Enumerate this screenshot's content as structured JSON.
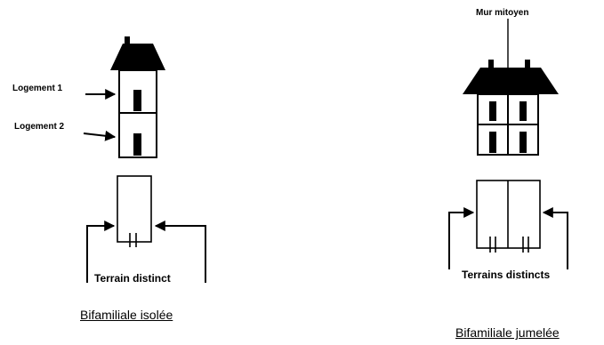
{
  "left_panel": {
    "unit1_label": "Logement 1",
    "unit2_label": "Logement 2",
    "lot_label": "Terrain distinct",
    "caption": "Bifamiliale isolée"
  },
  "right_panel": {
    "shared_wall_label": "Mur mitoyen",
    "lot_label": "Terrains distincts",
    "caption": "Bifamiliale jumelée"
  },
  "colors": {
    "ink": "#000000",
    "background": "#ffffff"
  }
}
